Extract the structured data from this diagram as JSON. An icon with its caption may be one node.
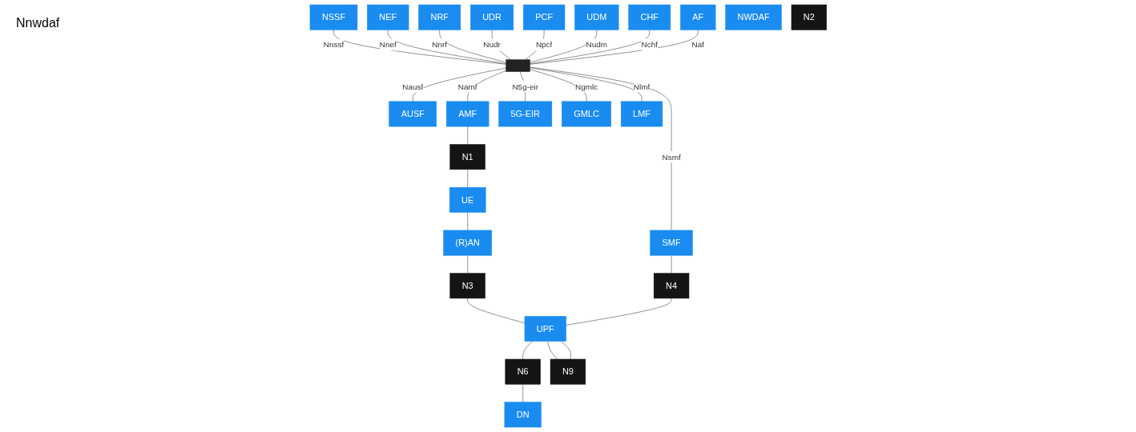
{
  "diagram": {
    "nodes": [
      {
        "text": [
          "NSSF"
        ]
      },
      {
        "text": [
          "NEF"
        ]
      },
      {
        "text": [
          "NRF"
        ]
      },
      {
        "text": [
          "UDR"
        ]
      },
      {
        "text": [
          "PCF"
        ]
      },
      {
        "text": [
          "UDM"
        ]
      },
      {
        "text": [
          "CHF"
        ]
      },
      {
        "text": [
          "AF"
        ]
      },
      {
        "text": [],
        "shape": "bar"
      },
      {
        "text": [
          "NWDAF"
        ]
      },
      {
        "text": [
          "AUSF"
        ]
      },
      {
        "text": [
          "AMF"
        ]
      },
      {
        "text": [
          "SMF"
        ]
      },
      {
        "text": [
          "5G-EIR"
        ]
      },
      {
        "text": [
          "GMLC"
        ]
      },
      {
        "text": [
          "LMF"
        ]
      },
      {
        "text": [
          "N1"
        ]
      },
      {
        "text": [
          "N2"
        ]
      },
      {
        "text": [
          "N4"
        ]
      },
      {
        "text": [
          "UE"
        ]
      },
      {
        "text": [
          "(R)AN"
        ]
      },
      {
        "text": [
          "N3"
        ]
      },
      {
        "text": [
          "UPF"
        ]
      },
      {
        "text": [
          "N6"
        ]
      },
      {
        "text": [
          "DN"
        ]
      },
      {
        "text": [
          "N9"
        ]
      }
    ],
    "edges": [
      {
        "from": 0,
        "to": 8,
        "arrow": "none",
        "label": "Nnssf"
      },
      {
        "from": 1,
        "to": 8,
        "arrow": "none",
        "label": "Nnef"
      },
      {
        "from": 2,
        "to": 8,
        "arrow": "none",
        "label": "Nnrf"
      },
      {
        "from": 3,
        "to": 8,
        "arrow": "none",
        "label": "Nudr"
      },
      {
        "from": 4,
        "to": 8,
        "arrow": "none",
        "label": "Npcf"
      },
      {
        "from": 5,
        "to": 8,
        "arrow": "none",
        "label": "Nudm"
      },
      {
        "from": 6,
        "to": 8,
        "arrow": "none",
        "label": "Nchf"
      },
      {
        "from": 7,
        "to": 8,
        "arrow": "none",
        "label": "Naf"
      },
      {
        "from": 8,
        "to": 10,
        "arrow": "none",
        "label": "Nausf"
      },
      {
        "from": 8,
        "to": 11,
        "arrow": "none",
        "label": "Namf"
      },
      {
        "from": 8,
        "to": 12,
        "arrow": "none",
        "label": "Nsmf"
      },
      {
        "from": 8,
        "to": 13,
        "arrow": "none",
        "label": "N5g-eir"
      },
      {
        "from": 8,
        "to": 14,
        "arrow": "none",
        "label": "Ngmlc"
      },
      {
        "from": 8,
        "to": 15,
        "arrow": "none",
        "label": "Nlmf"
      },
      {
        "from": 11,
        "to": 16,
        "arrow": "none"
      },
      {
        "from": 16,
        "to": 19,
        "arrow": "none"
      },
      {
        "from": 19,
        "to": 20,
        "arrow": "none"
      },
      {
        "from": 20,
        "to": 21,
        "arrow": "none"
      },
      {
        "from": 21,
        "to": 22,
        "arrow": "none"
      },
      {
        "from": 12,
        "to": 18,
        "arrow": "none"
      },
      {
        "from": 18,
        "to": 22,
        "arrow": "none"
      },
      {
        "from": 22,
        "to": 23,
        "arrow": "none"
      },
      {
        "from": 23,
        "to": 24,
        "arrow": "none"
      },
      {
        "from": 22,
        "to": 25,
        "arrow": "none"
      },
      {
        "from": 25,
        "to": 22,
        "arrow": "none"
      }
    ],
    "labels": [
      "Nnwdaf"
    ]
  }
}
